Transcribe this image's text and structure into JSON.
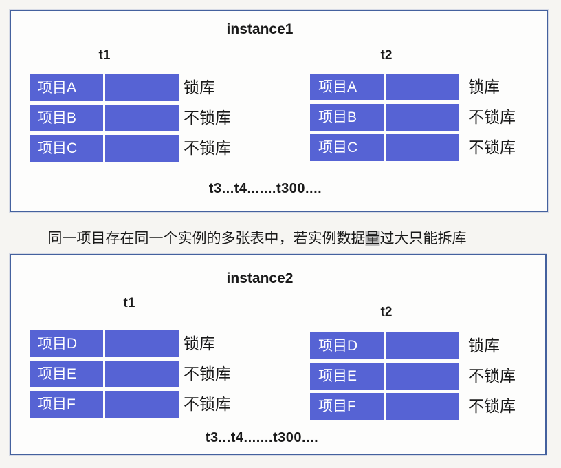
{
  "caption": {
    "pre": "同一项目存在同一个实例的多张表中，若实例数据",
    "highlight": "量",
    "post": "过大只能拆库"
  },
  "panels": [
    {
      "title": "instance1",
      "footer": "t3...t4.......t300....",
      "tables": [
        {
          "name": "t1",
          "rows": [
            {
              "item": "项目A",
              "status": "锁库"
            },
            {
              "item": "项目B",
              "status": "不锁库"
            },
            {
              "item": "项目C",
              "status": "不锁库"
            }
          ]
        },
        {
          "name": "t2",
          "rows": [
            {
              "item": "项目A",
              "status": "锁库"
            },
            {
              "item": "项目B",
              "status": "不锁库"
            },
            {
              "item": "项目C",
              "status": "不锁库"
            }
          ]
        }
      ]
    },
    {
      "title": "instance2",
      "footer": "t3...t4.......t300....",
      "tables": [
        {
          "name": "t1",
          "rows": [
            {
              "item": "项目D",
              "status": "锁库"
            },
            {
              "item": "项目E",
              "status": "不锁库"
            },
            {
              "item": "项目F",
              "status": "不锁库"
            }
          ]
        },
        {
          "name": "t2",
          "rows": [
            {
              "item": "项目D",
              "status": "锁库"
            },
            {
              "item": "项目E",
              "status": "不锁库"
            },
            {
              "item": "项目F",
              "status": "不锁库"
            }
          ]
        }
      ]
    }
  ],
  "colors": {
    "cell_blue": "#5663d4",
    "cell_text": "#ffffff",
    "panel_border": "#44619e",
    "panel_bg": "#fdfdfc",
    "canvas_bg": "#f6f5f2",
    "text_dark": "#1a1a1a",
    "caption_highlight": "#bdbdbd"
  }
}
